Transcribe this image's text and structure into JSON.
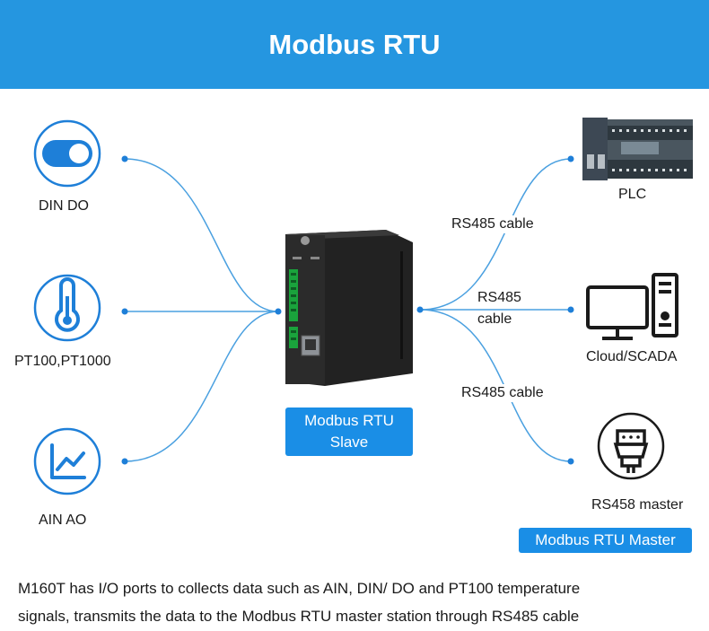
{
  "header": {
    "title": "Modbus RTU"
  },
  "inputs": [
    {
      "label": "DIN DO",
      "icon": "toggle-switch-icon"
    },
    {
      "label": "PT100,PT1000",
      "icon": "thermometer-icon"
    },
    {
      "label": "AIN AO",
      "icon": "line-chart-icon"
    }
  ],
  "slave": {
    "label_line1": "Modbus RTU",
    "label_line2": "Slave",
    "device_icon": "io-module-device-icon"
  },
  "outputs": [
    {
      "label": "PLC",
      "cable": "RS485 cable",
      "icon": "plc-device-icon"
    },
    {
      "label": "Cloud/SCADA",
      "cable_line1": "RS485",
      "cable_line2": "cable",
      "icon": "computer-icon"
    },
    {
      "label": "RS458 master",
      "cable": "RS485 cable",
      "icon": "serial-connector-icon"
    }
  ],
  "master_box": {
    "label": "Modbus RTU Master"
  },
  "description": {
    "line1": "M160T has I/O ports to collects data such as AIN, DIN/ DO and PT100 temperature",
    "line2": "signals,  transmits the data to the Modbus RTU master station through RS485 cable"
  },
  "colors": {
    "accent": "#2596e0",
    "box": "#1a8ee6",
    "line": "#4aa0e0",
    "icon_fill": "#1e7fd8"
  }
}
